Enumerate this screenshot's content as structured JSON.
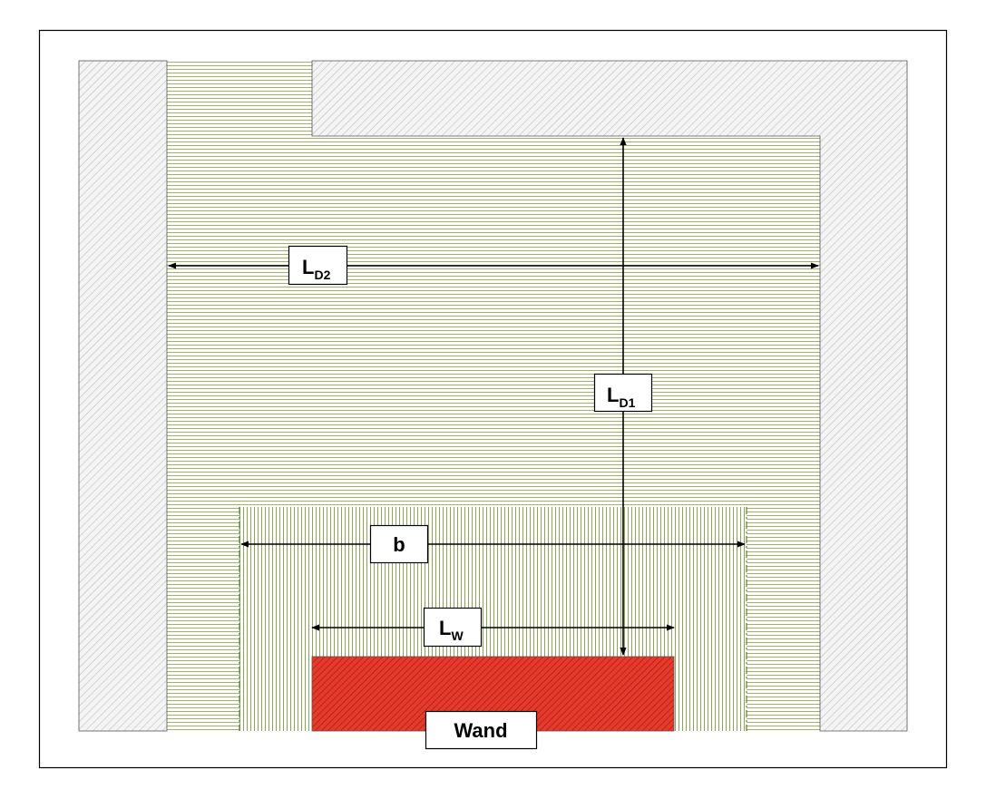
{
  "labels": {
    "ld2_main": "L",
    "ld2_sub": "D2",
    "ld1_main": "L",
    "ld1_sub": "D1",
    "b": "b",
    "lw_main": "L",
    "lw_sub": "W",
    "wand": "Wand"
  },
  "colors": {
    "frame": "#000000",
    "wall_fill": "#f4f4f4",
    "wall_hatch": "#bdbdbd",
    "green_hatch": "#9bb36a",
    "green_hatch_dark": "#6f8f3f",
    "wand_fill": "#e53b2c",
    "wand_hatch": "#a81810",
    "arrow": "#000000",
    "label_bg": "#ffffff"
  }
}
